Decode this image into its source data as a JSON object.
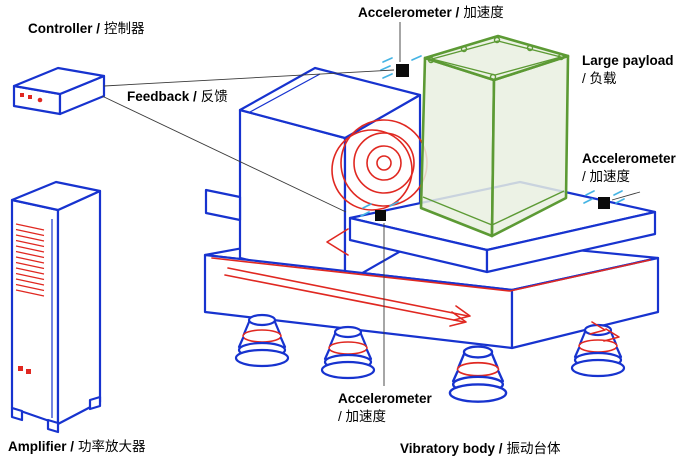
{
  "colors": {
    "blue": "#1733cf",
    "red": "#e02821",
    "green": "#5c9a34",
    "green_fill": "#e9f0e0",
    "cyan": "#45b4e4",
    "wire": "#3a3a3a",
    "text": "#000000"
  },
  "labels": {
    "controller": {
      "bold": "Controller /",
      "rest": "控制器"
    },
    "feedback": {
      "bold": "Feedback /",
      "rest": "反馈"
    },
    "accel_top": {
      "bold": "Accelerometer /",
      "rest": "加速度"
    },
    "payload": {
      "line1": "Large payload",
      "line2": "/ 负载"
    },
    "accel_right": {
      "line1": "Accelerometer",
      "line2": "/ 加速度"
    },
    "accel_bottom": {
      "line1": "Accelerometer",
      "line2": "/ 加速度"
    },
    "amplifier": {
      "bold": "Amplifier /",
      "rest": "功率放大器"
    },
    "vibratory_body": {
      "bold": "Vibratory body /",
      "rest": "振动台体"
    }
  }
}
